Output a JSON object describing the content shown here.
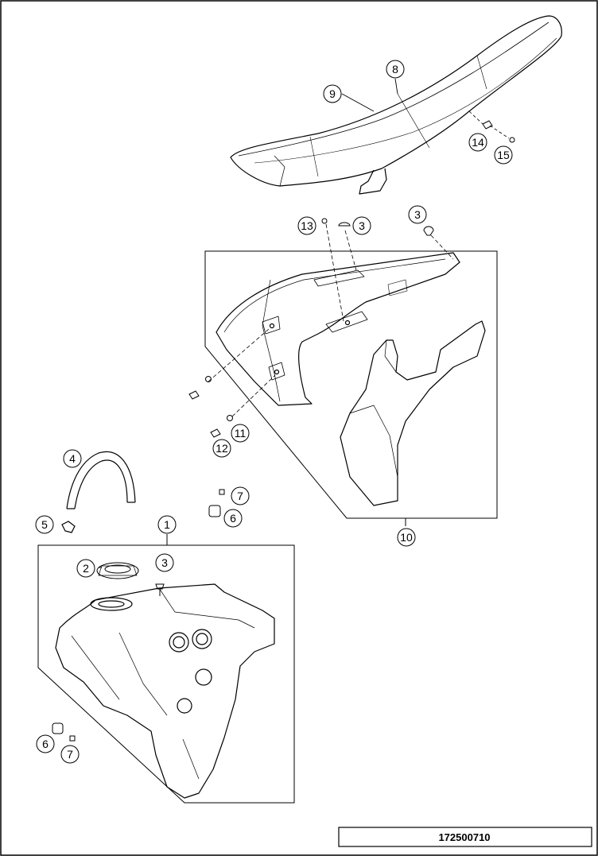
{
  "diagram": {
    "callouts": [
      {
        "id": "c8",
        "label": "8"
      },
      {
        "id": "c9",
        "label": "9"
      },
      {
        "id": "c14",
        "label": "14"
      },
      {
        "id": "c15",
        "label": "15"
      },
      {
        "id": "c13",
        "label": "13"
      },
      {
        "id": "c3a",
        "label": "3"
      },
      {
        "id": "c3b",
        "label": "3"
      },
      {
        "id": "c11",
        "label": "11"
      },
      {
        "id": "c12",
        "label": "12"
      },
      {
        "id": "c4",
        "label": "4"
      },
      {
        "id": "c5",
        "label": "5"
      },
      {
        "id": "c7a",
        "label": "7"
      },
      {
        "id": "c6a",
        "label": "6"
      },
      {
        "id": "c10",
        "label": "10"
      },
      {
        "id": "c1",
        "label": "1"
      },
      {
        "id": "c2",
        "label": "2"
      },
      {
        "id": "c3c",
        "label": "3"
      },
      {
        "id": "c6b",
        "label": "6"
      },
      {
        "id": "c7b",
        "label": "7"
      }
    ],
    "reference_code": "172500710"
  }
}
